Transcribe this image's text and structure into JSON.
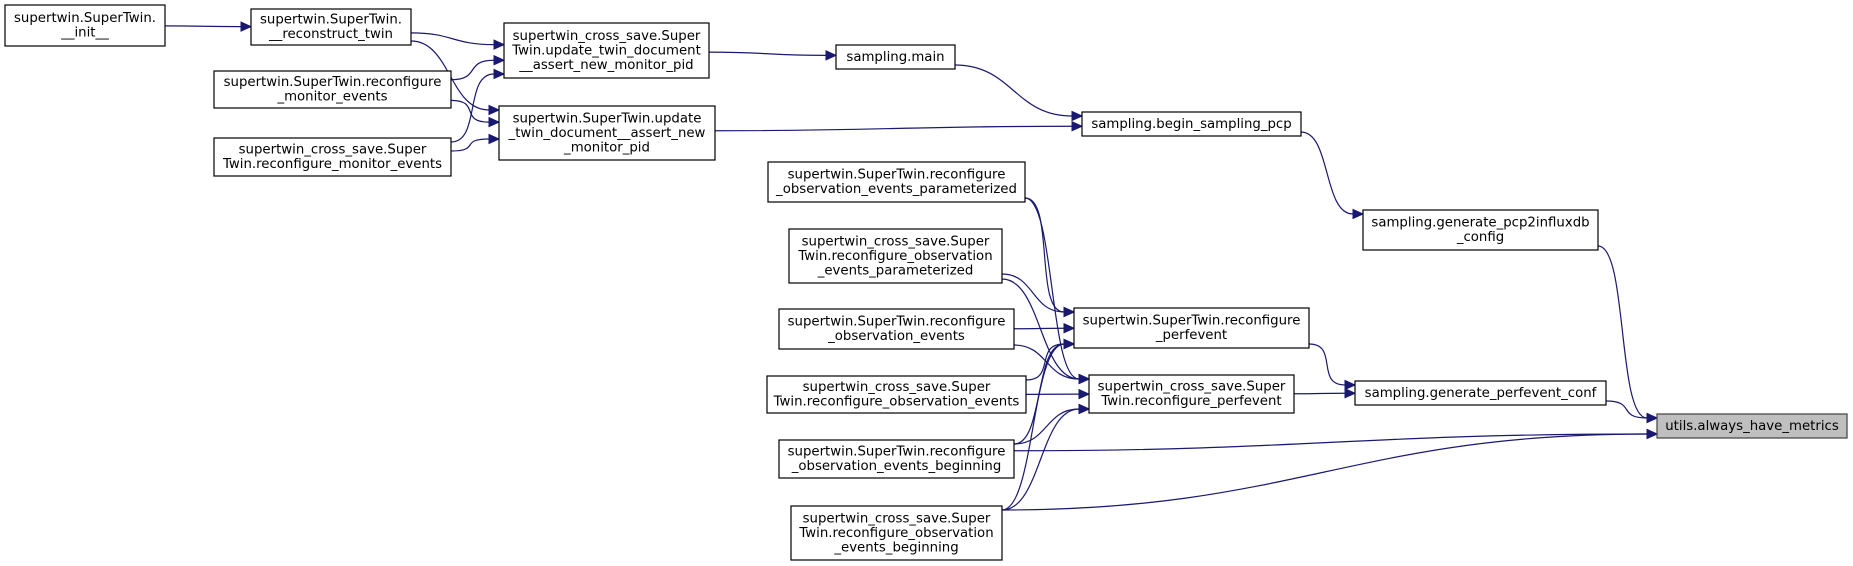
{
  "graph": {
    "edge_color": "#191970",
    "root_fill": "#bfbfbf",
    "nodes": [
      {
        "id": "init",
        "lines": [
          "supertwin.SuperTwin.",
          "__init__"
        ]
      },
      {
        "id": "reconstruct",
        "lines": [
          "supertwin.SuperTwin.",
          "__reconstruct_twin"
        ]
      },
      {
        "id": "update_cs",
        "lines": [
          "supertwin_cross_save.Super",
          "Twin.update_twin_document",
          "__assert_new_monitor_pid"
        ]
      },
      {
        "id": "main",
        "lines": [
          "sampling.main"
        ]
      },
      {
        "id": "reconf_mon_st",
        "lines": [
          "supertwin.SuperTwin.reconfigure",
          "_monitor_events"
        ]
      },
      {
        "id": "reconf_mon_cs",
        "lines": [
          "supertwin_cross_save.Super",
          "Twin.reconfigure_monitor_events"
        ]
      },
      {
        "id": "update_st",
        "lines": [
          "supertwin.SuperTwin.update",
          "_twin_document__assert_new",
          "_monitor_pid"
        ]
      },
      {
        "id": "begin",
        "lines": [
          "sampling.begin_sampling_pcp"
        ]
      },
      {
        "id": "obs_param_st",
        "lines": [
          "supertwin.SuperTwin.reconfigure",
          "_observation_events_parameterized"
        ]
      },
      {
        "id": "obs_param_cs",
        "lines": [
          "supertwin_cross_save.Super",
          "Twin.reconfigure_observation",
          "_events_parameterized"
        ]
      },
      {
        "id": "obs_st",
        "lines": [
          "supertwin.SuperTwin.reconfigure",
          "_observation_events"
        ]
      },
      {
        "id": "obs_cs",
        "lines": [
          "supertwin_cross_save.Super",
          "Twin.reconfigure_observation_events"
        ]
      },
      {
        "id": "obs_beg_st",
        "lines": [
          "supertwin.SuperTwin.reconfigure",
          "_observation_events_beginning"
        ]
      },
      {
        "id": "obs_beg_cs",
        "lines": [
          "supertwin_cross_save.Super",
          "Twin.reconfigure_observation",
          "_events_beginning"
        ]
      },
      {
        "id": "perf_st",
        "lines": [
          "supertwin.SuperTwin.reconfigure",
          "_perfevent"
        ]
      },
      {
        "id": "perf_cs",
        "lines": [
          "supertwin_cross_save.Super",
          "Twin.reconfigure_perfevent"
        ]
      },
      {
        "id": "gen_pcp",
        "lines": [
          "sampling.generate_pcp2influxdb",
          "_config"
        ]
      },
      {
        "id": "gen_perf",
        "lines": [
          "sampling.generate_perfevent_conf"
        ]
      },
      {
        "id": "always",
        "lines": [
          "utils.always_have_metrics"
        ],
        "root": true
      }
    ],
    "edges": [
      {
        "from": "init",
        "to": "reconstruct"
      },
      {
        "from": "reconstruct",
        "to": "update_cs"
      },
      {
        "from": "reconstruct",
        "to": "update_st"
      },
      {
        "from": "reconf_mon_st",
        "to": "update_cs"
      },
      {
        "from": "reconf_mon_st",
        "to": "update_st"
      },
      {
        "from": "reconf_mon_cs",
        "to": "update_cs"
      },
      {
        "from": "reconf_mon_cs",
        "to": "update_st"
      },
      {
        "from": "update_cs",
        "to": "main"
      },
      {
        "from": "main",
        "to": "begin"
      },
      {
        "from": "update_st",
        "to": "begin"
      },
      {
        "from": "begin",
        "to": "gen_pcp"
      },
      {
        "from": "gen_pcp",
        "to": "always"
      },
      {
        "from": "obs_param_st",
        "to": "perf_st"
      },
      {
        "from": "obs_param_st",
        "to": "perf_cs"
      },
      {
        "from": "obs_param_cs",
        "to": "perf_st"
      },
      {
        "from": "obs_param_cs",
        "to": "perf_cs"
      },
      {
        "from": "obs_st",
        "to": "perf_st"
      },
      {
        "from": "obs_st",
        "to": "perf_cs"
      },
      {
        "from": "obs_cs",
        "to": "perf_st"
      },
      {
        "from": "obs_cs",
        "to": "perf_cs"
      },
      {
        "from": "obs_beg_st",
        "to": "perf_st"
      },
      {
        "from": "obs_beg_st",
        "to": "perf_cs"
      },
      {
        "from": "obs_beg_cs",
        "to": "perf_st"
      },
      {
        "from": "obs_beg_cs",
        "to": "perf_cs"
      },
      {
        "from": "perf_st",
        "to": "gen_perf"
      },
      {
        "from": "perf_cs",
        "to": "gen_perf"
      },
      {
        "from": "gen_perf",
        "to": "always"
      },
      {
        "from": "obs_beg_st",
        "to": "always"
      },
      {
        "from": "obs_beg_cs",
        "to": "always"
      }
    ]
  }
}
